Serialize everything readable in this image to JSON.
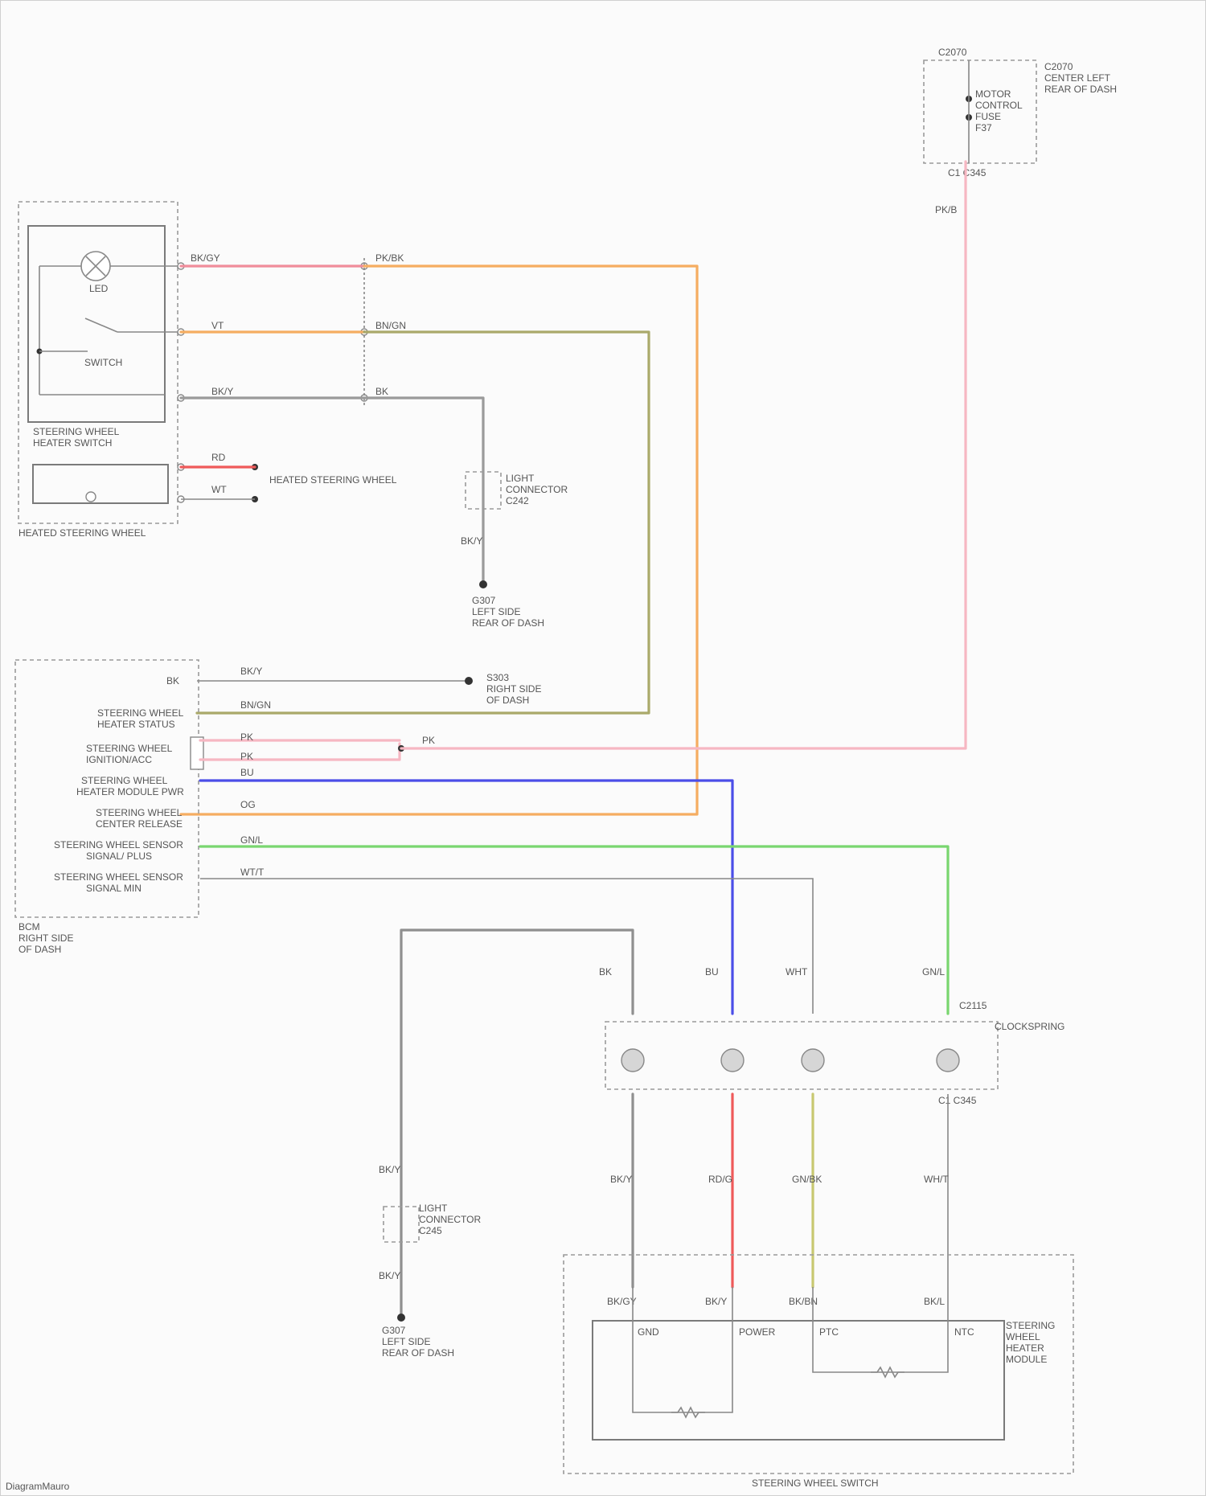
{
  "title": "",
  "colors": {
    "pink": "#f08d9b",
    "orange": "#f5ad61",
    "gray": "#9a9a9a",
    "olive": "#aaa96a",
    "blue": "#4b4ee8",
    "green": "#79d66f",
    "red": "#ef5a5a",
    "light_pink": "#f6b7c2",
    "yellow_olive": "#c8c870"
  },
  "components": {
    "top_right_box": {
      "pin_top": "C2070",
      "pin_bottom": "C1 C345",
      "texts": [
        "MOTOR",
        "CONTROL",
        "FUSE",
        "F37"
      ],
      "desc": [
        "C2070",
        "CENTER LEFT",
        "REAR OF DASH"
      ]
    },
    "heated_wheel_switch": {
      "label": [
        "STEERING WHEEL",
        "HEATER SWITCH"
      ],
      "lamp": "LED",
      "switch_label": "SWITCH"
    },
    "module_a": {
      "label": "HEATED STEERING WHEEL"
    },
    "harness_connector_top": {
      "label": [
        "LIGHT",
        "CONNECTOR",
        "C242"
      ]
    },
    "ground_top": {
      "label": [
        "G307",
        "LEFT SIDE",
        "REAR OF DASH"
      ]
    },
    "bcm": {
      "label": [
        "BCM",
        "RIGHT SIDE",
        "OF DASH"
      ],
      "pin_labels": [
        "STEERING WHEEL",
        "HEATER STATUS",
        "STEERING WHEEL",
        "IGNITION/ACC",
        "STEERING WHEEL",
        "HEATER MODULE PWR",
        "STEERING WHEEL",
        "CENTER RELEASE",
        "STEERING WHEEL SENSOR",
        "SIGNAL/ PLUS",
        "STEERING WHEEL SENSOR",
        "SIGNAL MIN"
      ]
    },
    "ground_dash": {
      "label": [
        "S303",
        "RIGHT SIDE",
        "OF DASH"
      ]
    },
    "clockspring": {
      "label": "CLOCKSPRING",
      "pin_label_top": "C2115",
      "pin_label_bottom": "C1 C345"
    },
    "harness_connector_bottom": {
      "label": [
        "LIGHT",
        "CONNECTOR",
        "C245"
      ]
    },
    "ground_bottom": {
      "label": [
        "G307",
        "LEFT SIDE",
        "REAR OF DASH"
      ]
    },
    "steering_wheel_switch": {
      "label": "STEERING WHEEL SWITCH",
      "module_label": [
        "STEERING",
        "WHEEL",
        "HEATER",
        "MODULE"
      ],
      "pins": [
        "GND",
        "POWER",
        "PTC",
        "NTC"
      ]
    }
  },
  "wire_labels": {
    "top1": "BK/GY",
    "top2": "VT",
    "top3": "BK/Y",
    "mid1": "PK/BK",
    "mid2": "OG",
    "mid3": "OG",
    "mid4": "BN/GN",
    "mid5": "BK",
    "mid6": "BK",
    "sw1": "RD",
    "sw2": "WT",
    "vert_gray": "BK/Y",
    "bcm1": "BK/Y",
    "bcm2": "BN/GN",
    "bcm3": "PK",
    "bcm4": "PK",
    "bcm5": "BU",
    "bcm6": "OG",
    "bcm7": "GN/L",
    "bcm8": "WT/T",
    "pk_right": "PK",
    "cs1": "BK",
    "cs2": "BU",
    "cs3": "WHT",
    "cs4": "GN/L",
    "csb1": "BK/Y",
    "csb2": "RD/G",
    "csb3": "GN/BK",
    "csb4": "WH/T",
    "sw_bottom": [
      "BK/GY",
      "BK/Y",
      "BK/BN",
      "BK/L"
    ],
    "gnd_bottom_top": "BK/Y",
    "gnd_bottom_bot": "BK/Y",
    "top_right_vert": "PK/B"
  },
  "footer": "DiagramMauro"
}
